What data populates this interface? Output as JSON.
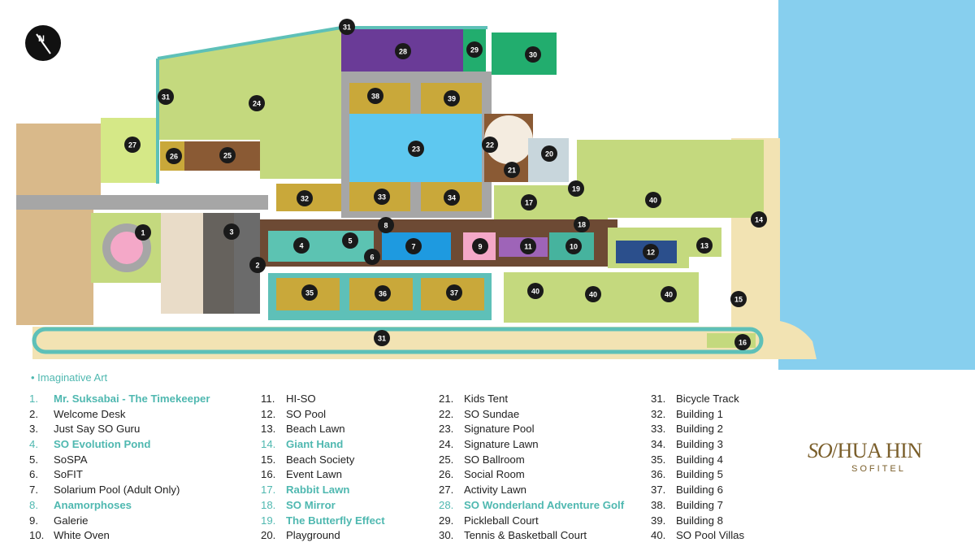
{
  "legend": {
    "art_label": "• Imaginative Art",
    "columns": [
      [
        {
          "num": "1.",
          "name": "Mr. Suksabai - The Timekeeper",
          "art": true
        },
        {
          "num": "2.",
          "name": "Welcome Desk",
          "art": false
        },
        {
          "num": "3.",
          "name": "Just Say SO Guru",
          "art": false
        },
        {
          "num": "4.",
          "name": "SO Evolution Pond",
          "art": true
        },
        {
          "num": "5.",
          "name": "SoSPA",
          "art": false
        },
        {
          "num": "6.",
          "name": "SoFIT",
          "art": false
        },
        {
          "num": "7.",
          "name": "Solarium Pool (Adult Only)",
          "art": false
        },
        {
          "num": "8.",
          "name": "Anamorphoses",
          "art": true
        },
        {
          "num": "9.",
          "name": "Galerie",
          "art": false
        },
        {
          "num": "10.",
          "name": "White Oven",
          "art": false
        }
      ],
      [
        {
          "num": "11.",
          "name": "HI-SO",
          "art": false
        },
        {
          "num": "12.",
          "name": "SO Pool",
          "art": false
        },
        {
          "num": "13.",
          "name": "Beach Lawn",
          "art": false
        },
        {
          "num": "14.",
          "name": "Giant Hand",
          "art": true
        },
        {
          "num": "15.",
          "name": "Beach Society",
          "art": false
        },
        {
          "num": "16.",
          "name": "Event Lawn",
          "art": false
        },
        {
          "num": "17.",
          "name": "Rabbit Lawn",
          "art": true
        },
        {
          "num": "18.",
          "name": "SO Mirror",
          "art": true
        },
        {
          "num": "19.",
          "name": "The Butterfly Effect",
          "art": true
        },
        {
          "num": "20.",
          "name": "Playground",
          "art": false
        }
      ],
      [
        {
          "num": "21.",
          "name": "Kids Tent",
          "art": false
        },
        {
          "num": "22.",
          "name": "SO Sundae",
          "art": false
        },
        {
          "num": "23.",
          "name": "Signature Pool",
          "art": false
        },
        {
          "num": "24.",
          "name": "Signature Lawn",
          "art": false
        },
        {
          "num": "25.",
          "name": "SO Ballroom",
          "art": false
        },
        {
          "num": "26.",
          "name": "Social Room",
          "art": false
        },
        {
          "num": "27.",
          "name": "Activity Lawn",
          "art": false
        },
        {
          "num": "28.",
          "name": "SO Wonderland Adventure Golf",
          "art": true
        },
        {
          "num": "29.",
          "name": "Pickleball Court",
          "art": false
        },
        {
          "num": "30.",
          "name": "Tennis & Basketball Court",
          "art": false
        }
      ],
      [
        {
          "num": "31.",
          "name": "Bicycle Track",
          "art": false
        },
        {
          "num": "32.",
          "name": "Building 1",
          "art": false
        },
        {
          "num": "33.",
          "name": "Building 2",
          "art": false
        },
        {
          "num": "34.",
          "name": "Building 3",
          "art": false
        },
        {
          "num": "35.",
          "name": "Building 4",
          "art": false
        },
        {
          "num": "36.",
          "name": "Building 5",
          "art": false
        },
        {
          "num": "37.",
          "name": "Building 6",
          "art": false
        },
        {
          "num": "38.",
          "name": "Building 7",
          "art": false
        },
        {
          "num": "39.",
          "name": "Building 8",
          "art": false
        },
        {
          "num": "40.",
          "name": "SO Pool Villas",
          "art": false
        }
      ]
    ]
  },
  "brand": {
    "so": "SO",
    "name": "HUA HIN",
    "sub": "SOFITEL"
  },
  "map": {
    "markers": [
      "1",
      "2",
      "3",
      "4",
      "5",
      "6",
      "7",
      "8",
      "9",
      "10",
      "11",
      "12",
      "13",
      "14",
      "15",
      "16",
      "17",
      "18",
      "19",
      "20",
      "21",
      "22",
      "23",
      "24",
      "25",
      "26",
      "27",
      "28",
      "29",
      "30",
      "31",
      "32",
      "33",
      "34",
      "35",
      "36",
      "37",
      "38",
      "39",
      "40"
    ],
    "compass_icon": "north-arrow-icon"
  },
  "colors": {
    "sea": "#87cfee",
    "lawn": "#c4d97e",
    "building": "#c9a83a",
    "pool": "#5ec8f0",
    "golf": "#6a3b97",
    "tennis": "#22ad6e",
    "path": "#a6a6a6",
    "art_teal": "#4fb8b0",
    "marker": "#1a1a1a"
  }
}
